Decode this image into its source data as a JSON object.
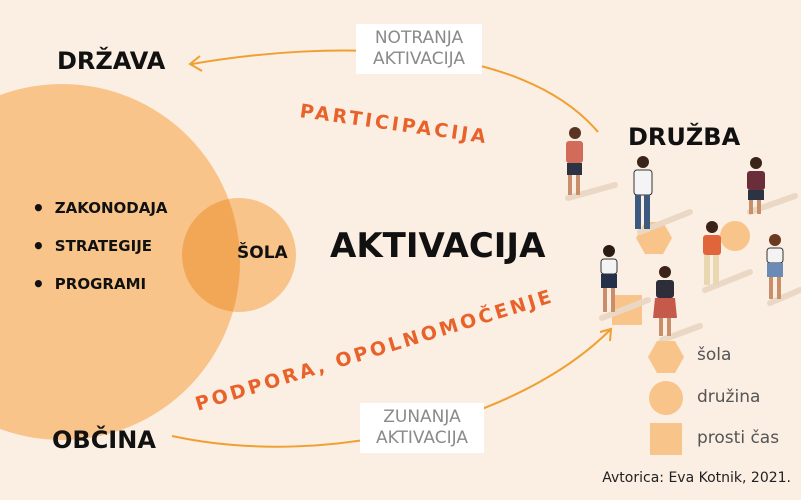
{
  "labels": {
    "drzava": "DRŽAVA",
    "obcina": "OBČINA",
    "druzba": "DRUŽBA",
    "aktivacija": "AKTIVACIJA",
    "sola": "ŠOLA"
  },
  "bullets": [
    "ZAKONODAJA",
    "STRATEGIJE",
    "PROGRAMI"
  ],
  "boxes": {
    "top": [
      "NOTRANJA",
      "AKTIVACIJA"
    ],
    "bottom": [
      "ZUNANJA",
      "AKTIVACIJA"
    ]
  },
  "arcs": {
    "top_text": "PARTICIPACIJA",
    "bottom_text": "PODPORA, OPOLNOMOČENJE"
  },
  "legend": [
    {
      "shape": "hexagon-icon",
      "label": "šola"
    },
    {
      "shape": "circle-icon",
      "label": "družina"
    },
    {
      "shape": "square-icon",
      "label": "prosti čas"
    }
  ],
  "credit": "Avtorica: Eva Kotnik, 2021.",
  "colors": {
    "background": "#fbeee3",
    "circle": "#f8c489",
    "overlap": "#f2a757",
    "accent": "#e8622a",
    "arrow": "#f0a033"
  }
}
